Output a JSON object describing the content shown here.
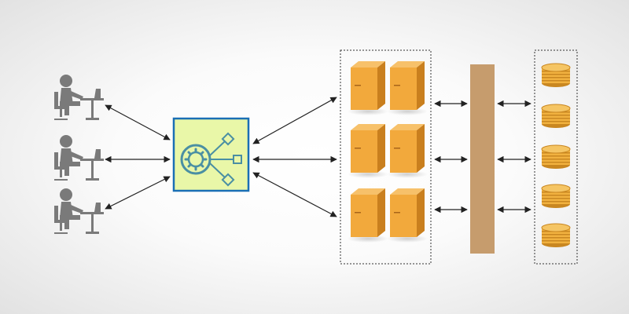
{
  "colors": {
    "background": "#f7f7f7",
    "person": "#7a7a7a",
    "hub_fill": "#e9f7a8",
    "hub_border": "#1a6fb5",
    "hub_icon": "#4a8fa3",
    "server_front": "#f2a93c",
    "server_side": "#c97f1e",
    "server_top": "#f7c16a",
    "bus": "#c69c6d",
    "db_gold": "#f1b13f",
    "db_stripe": "#c98721",
    "arrow": "#222222"
  },
  "icons": {
    "users": [
      "person-at-desk-icon",
      "person-at-desk-icon",
      "person-at-desk-icon"
    ],
    "hub": "gear-network-icon",
    "servers": "server-tower-icon",
    "databases": "database-stack-icon"
  },
  "nodes": {
    "user_count": 3,
    "server_count": 6,
    "database_count": 5
  }
}
